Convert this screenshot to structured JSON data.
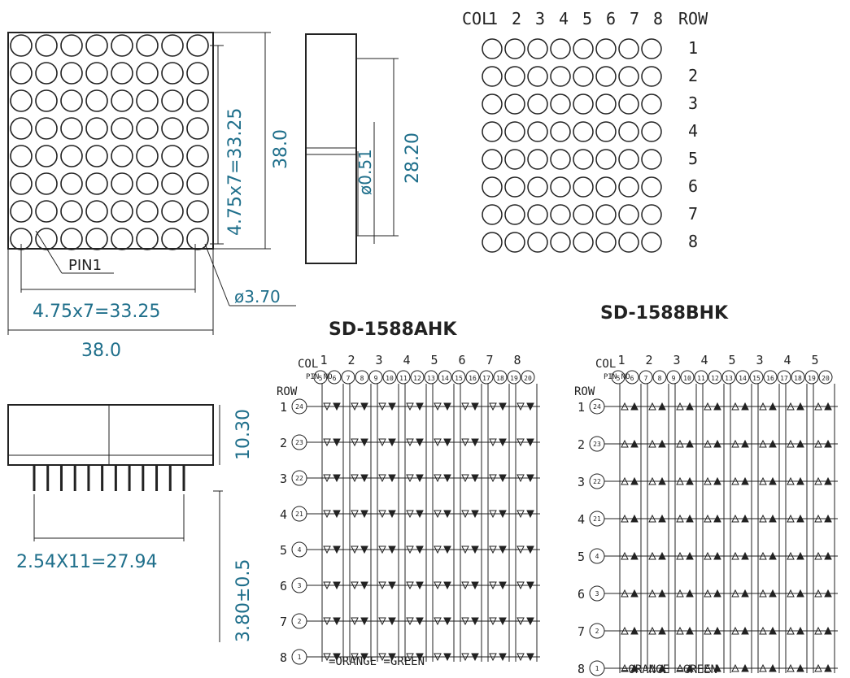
{
  "front_view": {
    "dim_pitch_vertical": "4.75x7=33.25",
    "dim_height": "38.0",
    "dim_pitch_horizontal": "4.75x7=33.25",
    "dim_width": "38.0",
    "pin1_label": "PIN1",
    "dot_diameter": "ø3.70",
    "grid_rows": 8,
    "grid_cols": 8
  },
  "side_view": {
    "dim_pin_diameter": "ø0.51",
    "dim_length": "28.20"
  },
  "bottom_view": {
    "dim_thickness": "10.30",
    "dim_pin_span": "2.54X11=27.94",
    "dim_pin_length": "3.80±0.5",
    "pin_count": 12
  },
  "top_matrix": {
    "col_header": "COL",
    "col_numbers": [
      "1",
      "2",
      "3",
      "4",
      "5",
      "6",
      "7",
      "8"
    ],
    "row_header": "ROW",
    "row_numbers": [
      "1",
      "2",
      "3",
      "4",
      "5",
      "6",
      "7",
      "8"
    ]
  },
  "schematic_a": {
    "title": "SD-1588AHK",
    "col_label": "COL",
    "pin_no_label": "PIN NO",
    "row_label": "ROW",
    "col_numbers": [
      "1",
      "2",
      "3",
      "4",
      "5",
      "6",
      "7",
      "8"
    ],
    "col_pin_numbers": [
      "5",
      "6",
      "7",
      "8",
      "9",
      "10",
      "11",
      "12",
      "13",
      "14",
      "15",
      "16",
      "17",
      "18",
      "19",
      "20"
    ],
    "row_numbers": [
      "1",
      "2",
      "3",
      "4",
      "5",
      "6",
      "7",
      "8"
    ],
    "row_pin_numbers": [
      "24",
      "23",
      "22",
      "21",
      "4",
      "3",
      "2",
      "1"
    ],
    "legend": "=ORANGE  =GREEN"
  },
  "schematic_b": {
    "title": "SD-1588BHK",
    "col_label": "COL",
    "pin_no_label": "PIN NO",
    "row_label": "ROW",
    "col_numbers": [
      "1",
      "2",
      "3",
      "4",
      "5",
      "3",
      "4",
      "5"
    ],
    "col_pin_numbers": [
      "5",
      "6",
      "7",
      "8",
      "9",
      "10",
      "11",
      "12",
      "13",
      "14",
      "15",
      "16",
      "17",
      "18",
      "19",
      "20"
    ],
    "row_numbers": [
      "1",
      "2",
      "3",
      "4",
      "5",
      "6",
      "7",
      "8"
    ],
    "row_pin_numbers": [
      "24",
      "23",
      "22",
      "21",
      "4",
      "3",
      "2",
      "1"
    ],
    "legend": "=ORANGE  =GREEN"
  },
  "colors": {
    "line": "#222222",
    "dimension_text": "#1f6f8b"
  }
}
